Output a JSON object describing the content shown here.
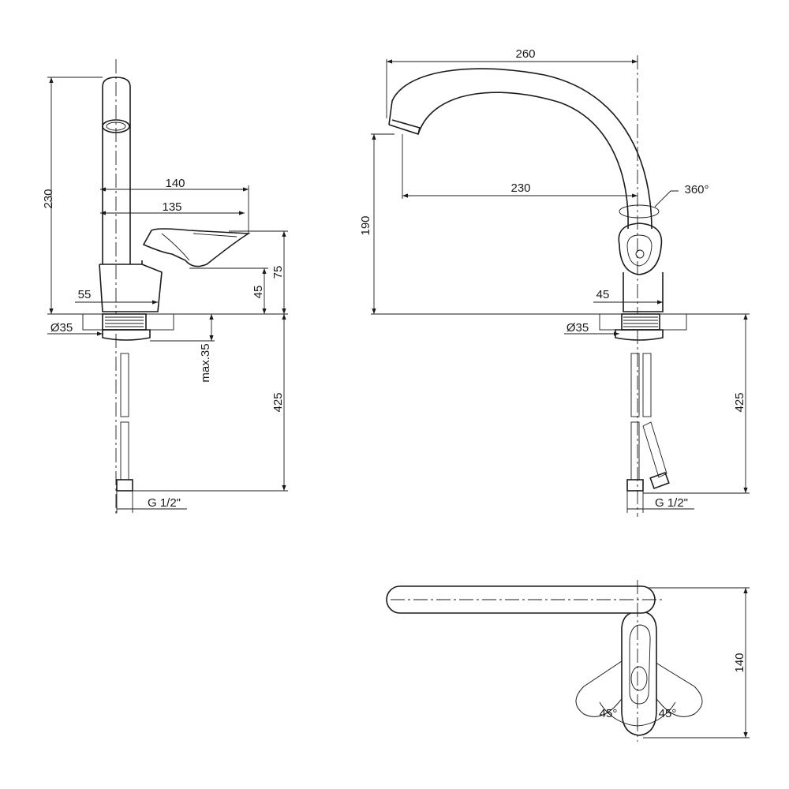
{
  "side_view": {
    "dim_height": "230",
    "dim_reach_outer": "140",
    "dim_reach_inner": "135",
    "dim_handle_height": "75",
    "dim_body_height": "45",
    "dim_body_width": "55",
    "dim_hole_diameter": "Ø35",
    "dim_max_thickness": "max.35",
    "dim_hose_length": "425",
    "dim_thread": "G 1/2\""
  },
  "front_view": {
    "dim_spout_length": "260",
    "dim_spout_reach": "230",
    "dim_rotation": "360°",
    "dim_spout_height": "190",
    "dim_body_width": "45",
    "dim_hole_diameter": "Ø35",
    "dim_hose_length": "425",
    "dim_thread": "G 1/2\""
  },
  "top_view": {
    "dim_width": "140",
    "angle_left": "45°",
    "angle_right": "45°"
  },
  "colors": {
    "line": "#1a1a1a",
    "background": "#ffffff"
  }
}
